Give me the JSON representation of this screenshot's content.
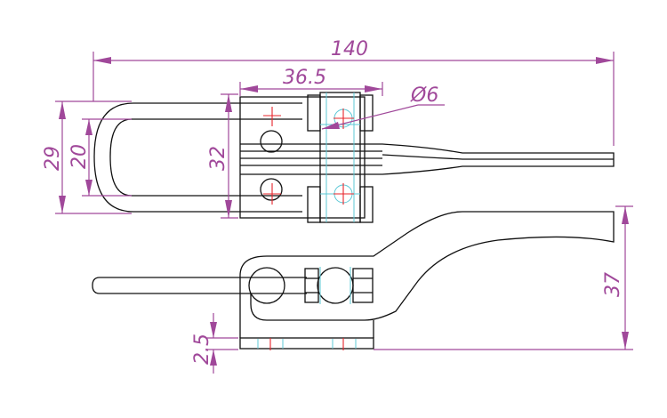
{
  "colors": {
    "dimension": "#a0489a",
    "outline": "#111111",
    "centerline": "#e8242a",
    "construction": "#5cc8d6"
  },
  "dimensions": {
    "overall_length": "140",
    "handle_span": "36.5",
    "hole_diameter": "Ø6",
    "outer_width": "29",
    "inner_width": "20",
    "hole_spacing": "32",
    "side_height": "37",
    "base_thickness": "2.5"
  }
}
